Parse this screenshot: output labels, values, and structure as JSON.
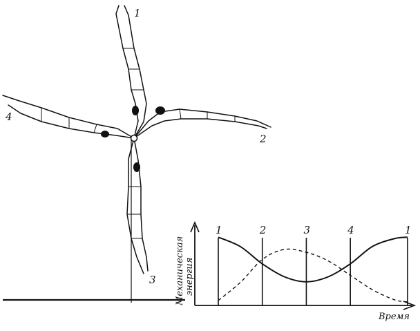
{
  "figure": {
    "gymnast_labels": [
      "1",
      "2",
      "3",
      "4"
    ],
    "colors": {
      "ink": "#111111",
      "paper": "#ffffff"
    }
  },
  "chart_data": {
    "type": "line",
    "ylabel_line1": "Механическая",
    "ylabel_line2": "энергия",
    "xlabel": "Время",
    "phase_labels": [
      "1",
      "2",
      "3",
      "4",
      "1"
    ],
    "phase_x": [
      0,
      1,
      2,
      3,
      4.3
    ],
    "xlim": [
      0,
      4.3
    ],
    "ylim": [
      0,
      1
    ],
    "series": [
      {
        "style": "solid",
        "x": [
          0,
          0.5,
          1,
          1.5,
          2,
          2.5,
          3,
          3.5,
          4,
          4.3
        ],
        "y": [
          0.93,
          0.8,
          0.56,
          0.38,
          0.31,
          0.38,
          0.56,
          0.8,
          0.91,
          0.93
        ]
      },
      {
        "style": "dashed",
        "x": [
          0,
          0.5,
          1,
          1.5,
          2,
          2.5,
          3,
          3.5,
          4,
          4.3
        ],
        "y": [
          0.05,
          0.3,
          0.62,
          0.76,
          0.72,
          0.6,
          0.4,
          0.2,
          0.06,
          0.03
        ]
      }
    ]
  }
}
